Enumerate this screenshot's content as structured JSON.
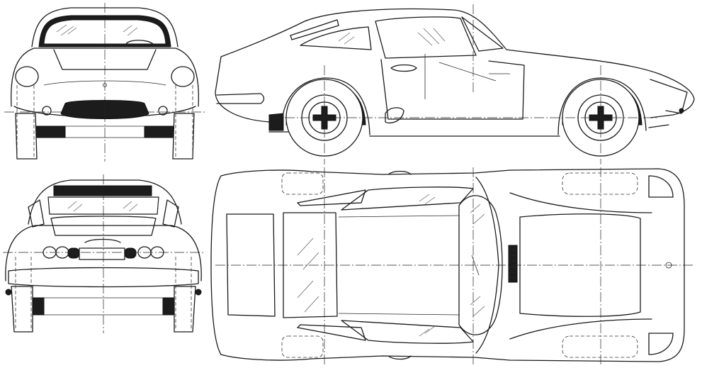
{
  "drawing": {
    "views": [
      {
        "key": "front",
        "label": ""
      },
      {
        "key": "side",
        "label": ""
      },
      {
        "key": "rear",
        "label": ""
      },
      {
        "key": "top",
        "label": ""
      }
    ],
    "ink_color": "#1a1a1a",
    "paper_color": "#ffffff"
  }
}
